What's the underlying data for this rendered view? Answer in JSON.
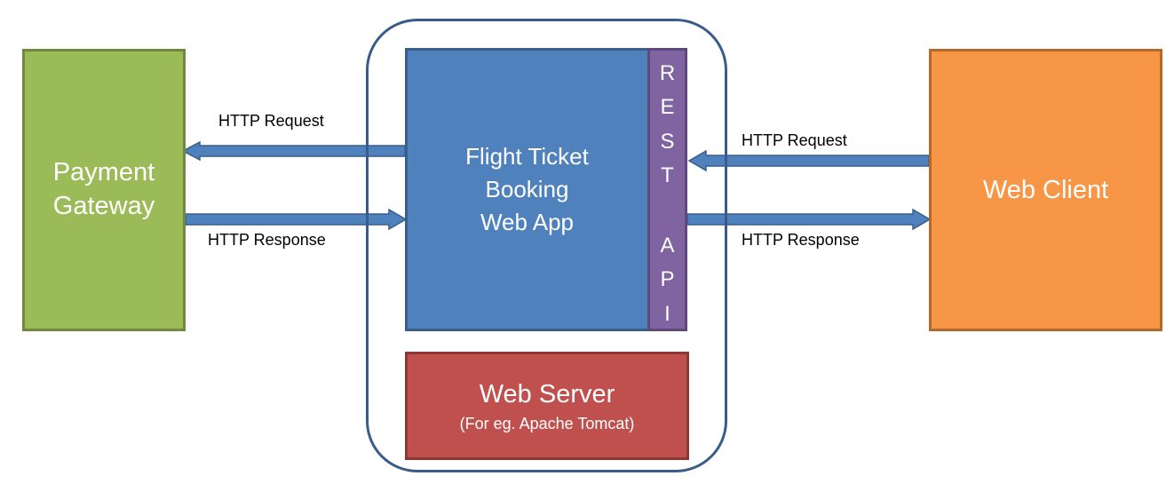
{
  "payment_gateway": {
    "label": "Payment\nGateway",
    "color": "#9bbb59"
  },
  "booking_app": {
    "label": "Flight Ticket\nBooking\nWeb App",
    "color": "#4f81bd"
  },
  "rest_api": {
    "letters": [
      "R",
      "E",
      "S",
      "T",
      "A",
      "P",
      "I"
    ],
    "color": "#8064a2"
  },
  "web_server": {
    "title": "Web Server",
    "subtitle": "(For eg. Apache Tomcat)",
    "color": "#c0504d"
  },
  "web_client": {
    "label": "Web Client",
    "color": "#f79646"
  },
  "arrows": {
    "left_request": "HTTP Request",
    "left_response": "HTTP Response",
    "right_request": "HTTP Request",
    "right_response": "HTTP Response",
    "color": "#4f81bd",
    "border_color": "#385d8a"
  }
}
